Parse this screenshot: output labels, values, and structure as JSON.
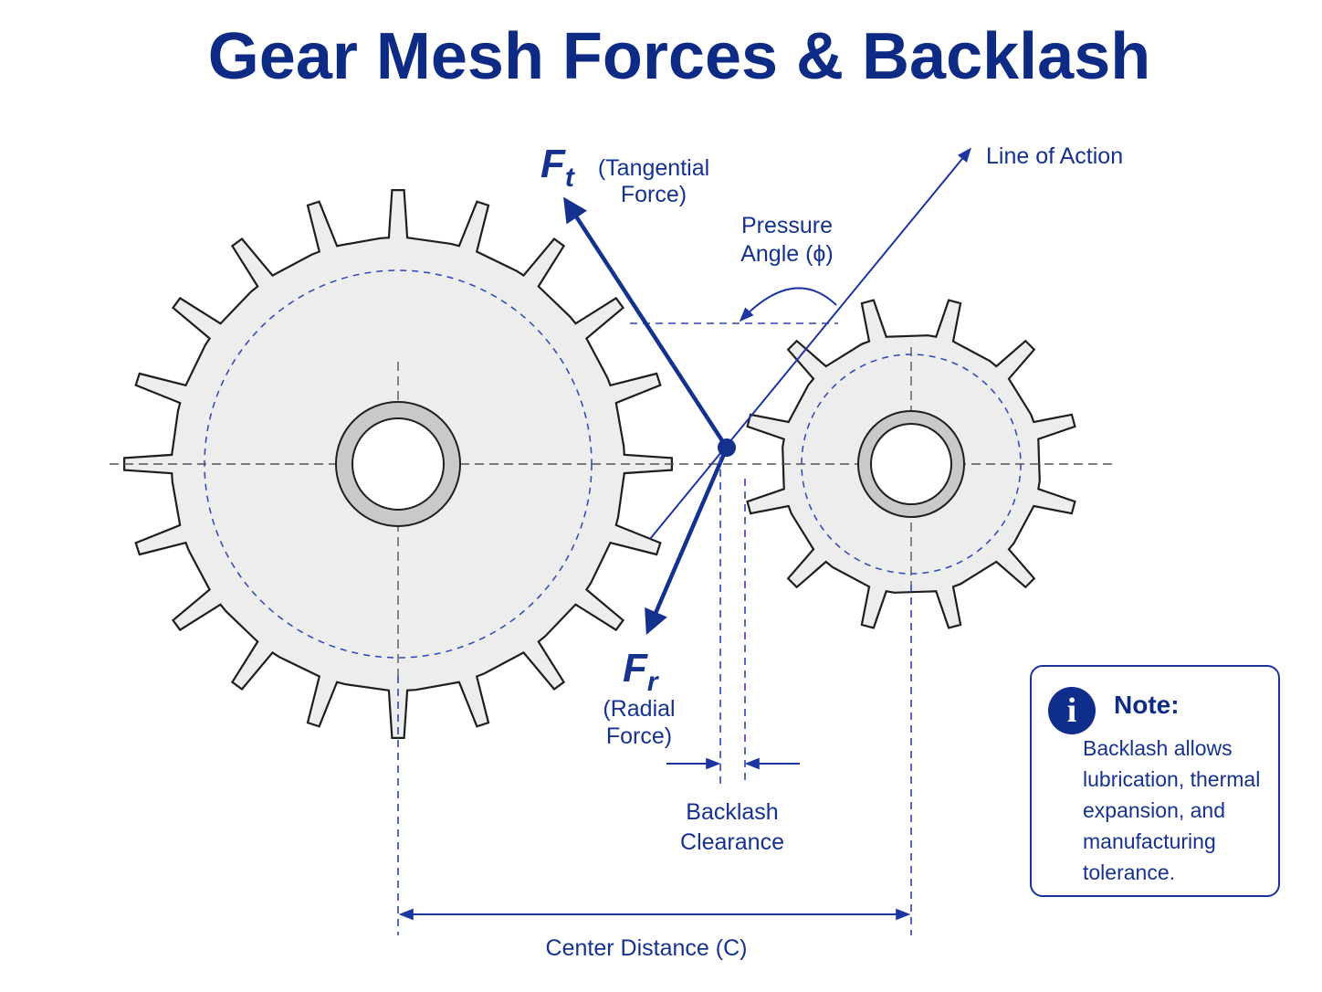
{
  "title": "Gear Mesh Forces & Backlash",
  "labels": {
    "tangential_symbol": "F",
    "tangential_sub": "t",
    "tangential_desc_1": "(Tangential",
    "tangential_desc_2": "Force)",
    "line_of_action": "Line of Action",
    "pressure_angle_1": "Pressure",
    "pressure_angle_2": "Angle (ϕ)",
    "radial_symbol": "F",
    "radial_sub": "r",
    "radial_desc_1": "(Radial",
    "radial_desc_2": "Force)",
    "backlash_1": "Backlash",
    "backlash_2": "Clearance",
    "center_distance": "Center Distance (C)"
  },
  "note": {
    "icon": "info-icon",
    "icon_glyph": "i",
    "title": "Note:",
    "body": "Backlash allows lubrication, thermal expansion, and manufacturing tolerance."
  },
  "colors": {
    "accent": "#15318f",
    "gear_fill": "#ededed",
    "hub_fill": "#c9c9c9"
  },
  "gears": {
    "large_teeth": 20,
    "small_teeth": 12
  }
}
